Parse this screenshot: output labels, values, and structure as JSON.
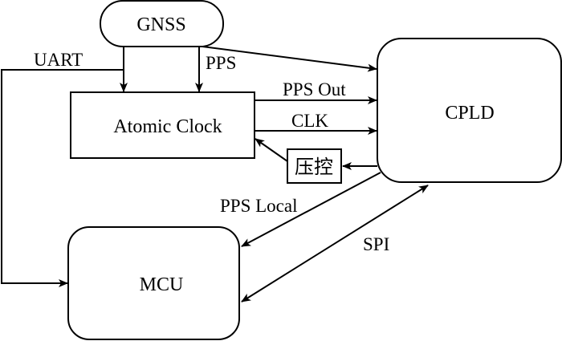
{
  "diagram": {
    "blocks": {
      "gnss": {
        "label": "GNSS"
      },
      "atomic_clock": {
        "label": "Atomic Clock"
      },
      "cpld": {
        "label": "CPLD"
      },
      "mcu": {
        "label": "MCU"
      },
      "voltage_control": {
        "label": "压控"
      }
    },
    "signals": {
      "uart": {
        "label": "UART",
        "from": "GNSS",
        "to": "Atomic Clock, MCU"
      },
      "pps": {
        "label": "PPS",
        "from": "GNSS",
        "to": "Atomic Clock, CPLD"
      },
      "pps_out": {
        "label": "PPS Out",
        "from": "Atomic Clock",
        "to": "CPLD"
      },
      "clk": {
        "label": "CLK",
        "from": "Atomic Clock",
        "to": "CPLD"
      },
      "vctrl": {
        "label": "",
        "from": "CPLD",
        "to": "压控 → Atomic Clock"
      },
      "pps_local": {
        "label": "PPS Local",
        "from": "CPLD",
        "to": "MCU"
      },
      "spi": {
        "label": "SPI",
        "from": "CPLD",
        "to": "MCU",
        "bidirectional": true
      }
    },
    "colors": {
      "stroke": "#000000",
      "background": "#ffffff"
    }
  }
}
